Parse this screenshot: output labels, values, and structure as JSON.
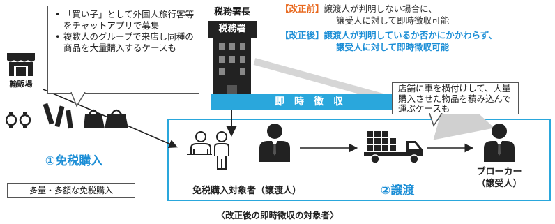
{
  "amendment": {
    "before_tag": "【改正前】",
    "before_line1": "譲渡人が判明しない場合に、",
    "before_line2": "譲受人に対して即時徴収可能",
    "after_tag": "【改正後】",
    "after_line1": "譲渡人が判明しているか否かにかかわらず、",
    "after_line2": "譲受人に対して即時徴収可能"
  },
  "tax_office": {
    "head": "税務署長",
    "sign": "税務署"
  },
  "banner": "即時徴収",
  "bubble_left": {
    "items": [
      "「買い子」として外国人旅行客等をチャットアプリで募集",
      "複数人のグループで来店し同種の商品を大量購入するケースも"
    ]
  },
  "bubble_right": "店舗に車を横付けして、大量購入させた物品を積み込んで運ぶケースも",
  "store": {
    "label": "輸販場"
  },
  "step1": "①免税購入",
  "step1_caption": "多量・多額な免税購入",
  "step2": "②譲渡",
  "transferor": "免税購入対象者（譲渡人）",
  "broker_line1": "ブローカー",
  "broker_line2": "（譲受人）",
  "footer": "〈改正後の即時徴収の対象者〉",
  "colors": {
    "accent_blue": "#2aa7dc",
    "orange": "#e8671c",
    "dark": "#222222"
  }
}
